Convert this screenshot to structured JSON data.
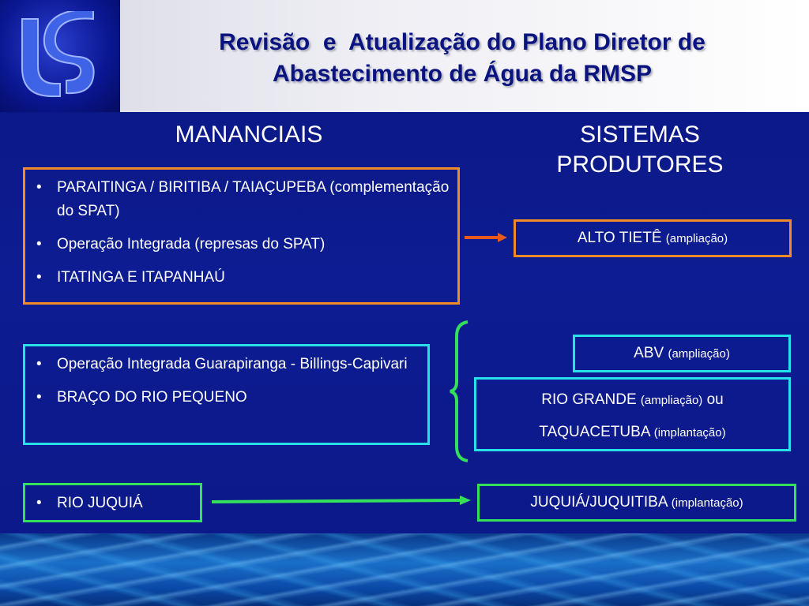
{
  "header": {
    "title_line1": "Revisão  e  Atualização do Plano Diretor de",
    "title_line2": "Abastecimento de Água da RMSP"
  },
  "columns": {
    "left_heading": "MANANCIAIS",
    "right_heading_line1": "SISTEMAS",
    "right_heading_line2": "PRODUTORES"
  },
  "mananciais": {
    "group_a": [
      "PARAITINGA / BIRITIBA / TAIAÇUPEBA (complementação do SPAT)",
      "Operação Integrada (represas do SPAT)",
      "ITATINGA E ITAPANHAÚ"
    ],
    "group_b": [
      "Operação Integrada Guarapiranga - Billings-Capivari",
      "BRAÇO DO RIO PEQUENO"
    ],
    "group_c": [
      "RIO JUQUIÁ"
    ]
  },
  "produtores": {
    "alto_tiete": {
      "name": "ALTO TIETÊ",
      "note": "(ampliação)"
    },
    "abv": {
      "name": "ABV",
      "note": "(ampliação)"
    },
    "rio_grande": {
      "name": "RIO GRANDE",
      "note": "(ampliação)",
      "connector": "ou",
      "alt_name": "TAQUACETUBA",
      "alt_note": "(implantação)"
    },
    "juquia": {
      "name": "JUQUIÁ/JUQUITIBA",
      "note": "(implantação)"
    }
  },
  "colors": {
    "background": "#0c1a8a",
    "orange_border": "#f08c28",
    "cyan_border": "#28e0e8",
    "green_border": "#34e05a",
    "title_text": "#0a1480"
  },
  "icons": {
    "logo": "sabesp-logo-icon",
    "arrow_orange": "arrow-right-icon",
    "arrow_green": "arrow-right-icon",
    "brace": "curly-brace-icon"
  }
}
